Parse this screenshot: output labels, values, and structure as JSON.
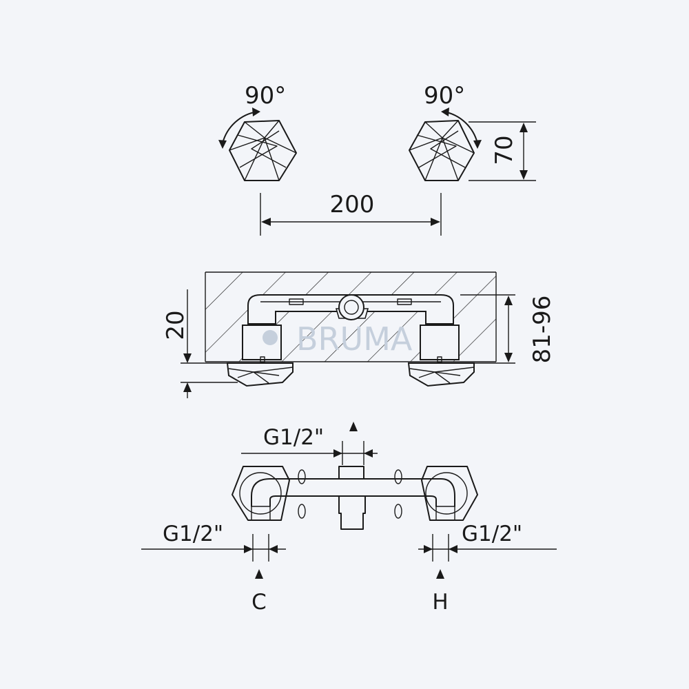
{
  "dimensions": {
    "rotation_left": "90°",
    "rotation_right": "90°",
    "handle_height": "70",
    "handle_spacing": "200",
    "offset_depth": "20",
    "projection_range": "81-96",
    "outlet_thread": "G1/2\"",
    "cold_inlet_thread": "G1/2\"",
    "hot_inlet_thread": "G1/2\""
  },
  "inlets": {
    "cold": "C",
    "hot": "H"
  },
  "watermark": {
    "brand": "BRUMA"
  },
  "colors": {
    "background": "#f3f5f9",
    "line": "#1a1a1a",
    "watermark": "#c5cfdc"
  }
}
